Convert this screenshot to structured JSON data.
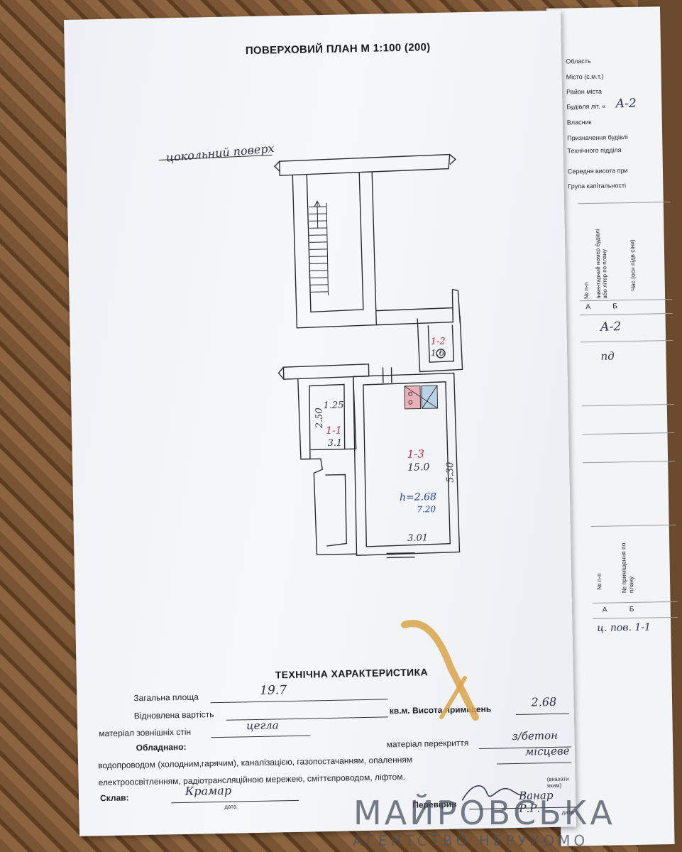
{
  "plan": {
    "title": "ПОВЕРХОВИЙ ПЛАН М 1:100 (200)",
    "floor_note": "цокольний поверх",
    "rooms": [
      {
        "id": "1-1",
        "area": "3.1",
        "dim_h": "2.50",
        "dim_w": "1.25"
      },
      {
        "id": "1-2",
        "area": "1.6"
      },
      {
        "id": "1-3",
        "area": "15.0",
        "dim_h": "5.30",
        "dim_w": "3.01",
        "height_label": "h=2.68",
        "volume": "7.20"
      }
    ]
  },
  "tech": {
    "title": "ТЕХНІЧНА ХАРАКТЕРИСТИКА",
    "total_area_label": "Загальна площа",
    "total_area_value": "19.7",
    "restored_cost_label": "Відновлена вартість",
    "cost_unit_label": "кв.м. Висота приміщень",
    "ceiling_height_value": "2.68",
    "walls_material_label": "матеріал зовнішніх стін",
    "walls_material_value": "цегла",
    "equipped_label": "Обладнано:",
    "floor_material_label": "матеріал перекриття",
    "floor_material_value": "з/бетон",
    "line_1": "водопроводом (холодним,гарячим), каналізацією, газопостачанням, опаленням",
    "heating_value": "місцеве",
    "line_2": "електроосвітленням, радіотрансляційною мережею, сміттєпроводом, ліфтом.",
    "specify_note": "(вказати яким)",
    "composed_label": "Склав:",
    "composed_value": "Крамар",
    "date_label_1": "дата",
    "checked_label": "Перевірив",
    "checked_value": "Ванар Р.Р.",
    "date_label_2": "дата"
  },
  "sheet2": {
    "fields": [
      "Область",
      "Місто (с.м.т.)",
      "Район міста",
      "Будівля літ. «",
      "Власник",
      "Призначення будівлі",
      "Технічного підділя",
      "Середня висота при",
      "Група капітальності"
    ],
    "building_letter": "А-2",
    "table1_headers": [
      "№ п-п",
      "Інвентарний номер будівлі або літер по плану",
      "Час (осн підв сіни)"
    ],
    "table1_cols": [
      "А",
      "Б"
    ],
    "table1_row": [
      "А-2",
      "пд"
    ],
    "table2_headers": [
      "№ п-п",
      "№ приміщення по плану"
    ],
    "table2_cols": [
      "А",
      "Б"
    ],
    "table2_row": "ц. пов. 1-1"
  },
  "watermark": {
    "name": "МАЙРОВСЬКА",
    "sub": "АГЕНТСТВО НЕРУХОМО",
    "accent": "#d9a54a"
  }
}
